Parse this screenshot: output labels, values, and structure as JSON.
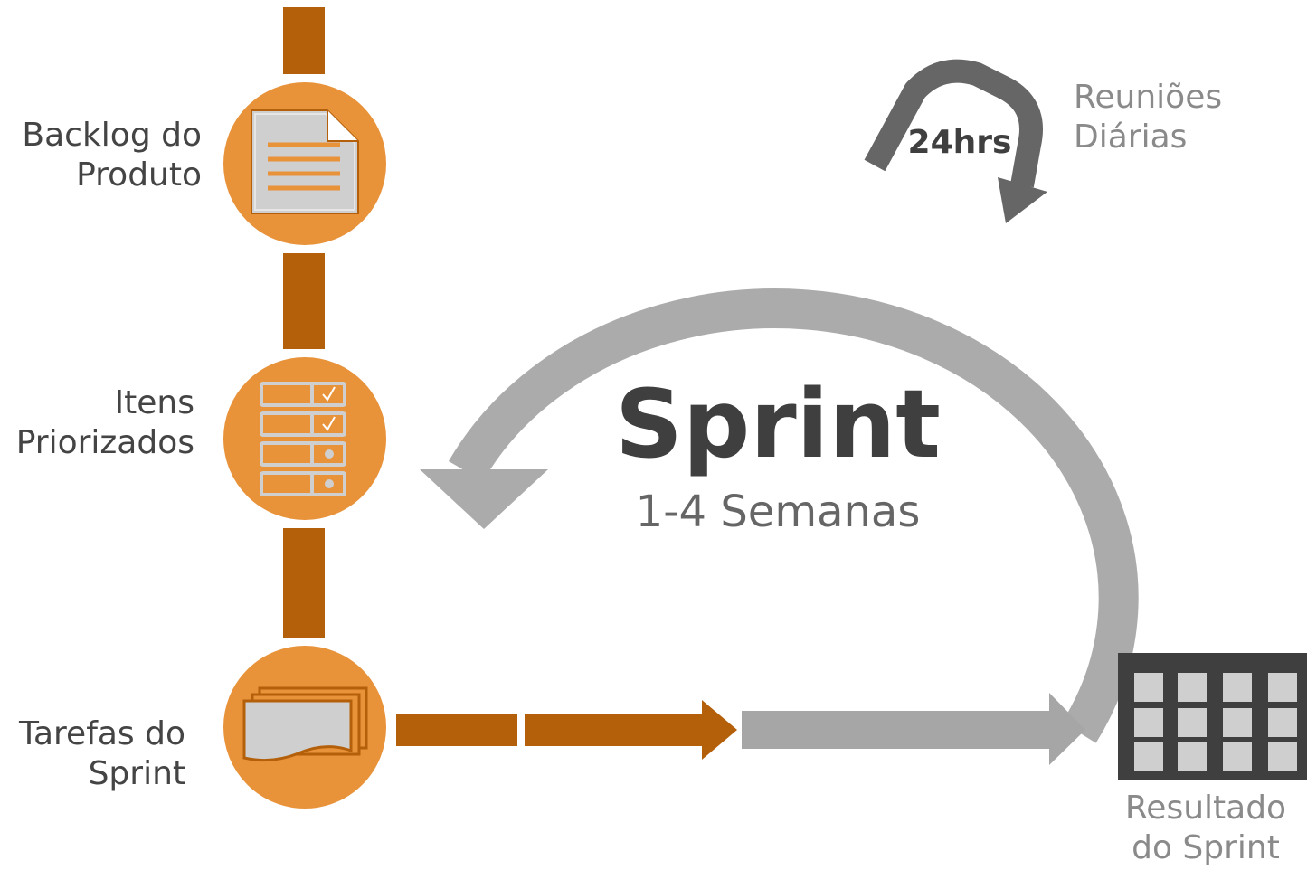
{
  "steps": [
    {
      "label_line1": "Backlog do",
      "label_line2": "Produto",
      "icon": "document-icon"
    },
    {
      "label_line1": "Itens",
      "label_line2": "Priorizados",
      "icon": "checklist-icon"
    },
    {
      "label_line1": "Tarefas do",
      "label_line2": "Sprint",
      "icon": "task-cards-icon"
    }
  ],
  "sprint": {
    "title": "Sprint",
    "duration": "1-4 Semanas"
  },
  "daily": {
    "hours": "24hrs",
    "label_line1": "Reuniões",
    "label_line2": "Diárias"
  },
  "result": {
    "label_line1": "Resultado",
    "label_line2": "do Sprint",
    "icon": "grid-icon"
  },
  "colors": {
    "timeline": "#b45f0a",
    "circle": "#e8923a",
    "cycle_arrow": "#ababab",
    "daily_arrow": "#666666",
    "result_box": "#3f3f3f",
    "result_cell": "#cfcfcf"
  }
}
